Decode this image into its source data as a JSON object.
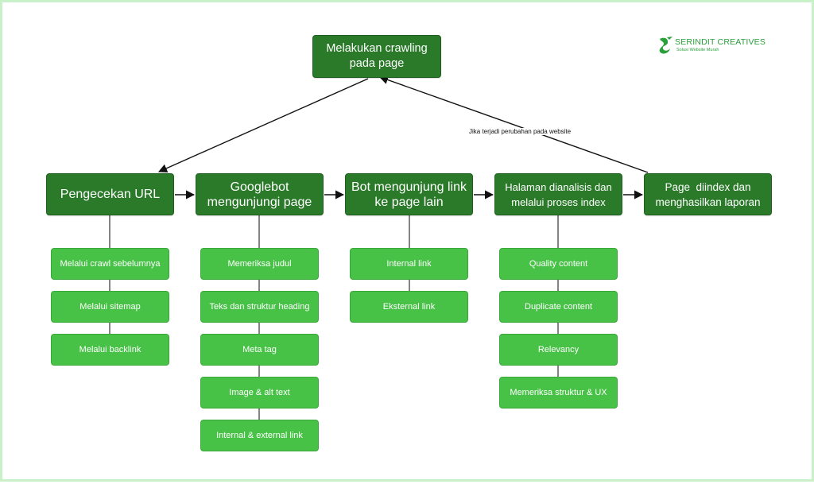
{
  "logo": {
    "brand": "SERINDIT CREATIVES",
    "tagline": "Solusi Website Murah",
    "color": "#2aa03a"
  },
  "top": {
    "label": "Melakukan crawling pada page"
  },
  "note": "Jika terjadi perubahan pada website",
  "columns": [
    {
      "title": "Pengecekan URL",
      "items": [
        "Melalui crawl sebelumnya",
        "Melalui sitemap",
        "Melalui backlink"
      ]
    },
    {
      "title": "Googlebot mengunjungi page",
      "items": [
        "Memeriksa judul",
        "Teks dan struktur heading",
        "Meta tag",
        "Image & alt text",
        "Internal & external link"
      ]
    },
    {
      "title": "Bot mengunjung link ke page lain",
      "items": [
        "Internal link",
        "Eksternal link"
      ]
    },
    {
      "title": "Halaman dianalisis dan melalui proses index",
      "items": [
        "Quality content",
        "Duplicate content",
        "Relevancy",
        "Memeriksa struktur & UX"
      ]
    },
    {
      "title": "Page  diindex dan menghasilkan laporan",
      "items": []
    }
  ],
  "colors": {
    "main": "#2a7a2a",
    "sub": "#47c247",
    "border": "#c9f1c9"
  }
}
